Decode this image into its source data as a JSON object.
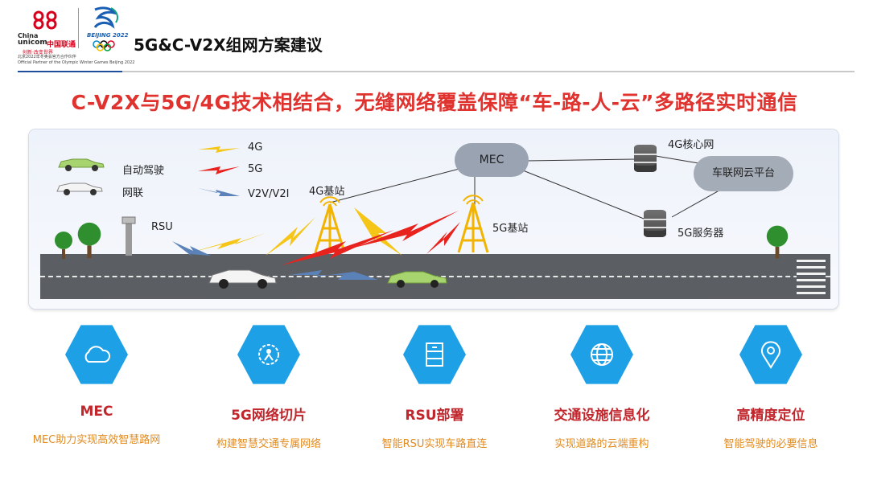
{
  "header": {
    "brand_cn": "中国联通",
    "brand_en_top": "China",
    "brand_en": "unicom",
    "brand_slogan": "创新·改变世界",
    "partner_line1": "北京2022年冬奥会官方合作伙伴",
    "partner_line2": "Official Partner of the Olympic Winter Games Beijing 2022",
    "olympic_label": "BEIJING 2022",
    "title": "5G&C-V2X组网方案建议"
  },
  "headline": "C-V2X与5G/4G技术相结合，无缝网络覆盖保障“车-路-人-云”多路径实时通信",
  "diagram": {
    "legend": {
      "car_auto": "自动驾驶",
      "car_connected": "网联",
      "sig_4g": "4G",
      "sig_5g": "5G",
      "sig_v2v": "V2V/V2I"
    },
    "rsu": "RSU",
    "bs_4g": "4G基站",
    "bs_5g": "5G基站",
    "mec": "MEC",
    "core_4g": "4G核心网",
    "server_5g": "5G服务器",
    "cloud_platform": "车联网云平台",
    "colors": {
      "sig_4g": "#f5c518",
      "sig_5g": "#e8231e",
      "v2v": "#5b82b8",
      "tower": "#f2b400"
    }
  },
  "features": [
    {
      "icon": "cloud-icon",
      "title": "MEC",
      "desc": "MEC助力实现高效智慧路网"
    },
    {
      "icon": "network-slice-icon",
      "title": "5G网络切片",
      "desc": "构建智慧交通专属网络"
    },
    {
      "icon": "cabinet-icon",
      "title": "RSU部署",
      "desc": "智能RSU实现车路直连"
    },
    {
      "icon": "globe-icon",
      "title": "交通设施信息化",
      "desc": "实现道路的云端重构"
    },
    {
      "icon": "location-pin-icon",
      "title": "高精度定位",
      "desc": "智能驾驶的必要信息"
    }
  ]
}
